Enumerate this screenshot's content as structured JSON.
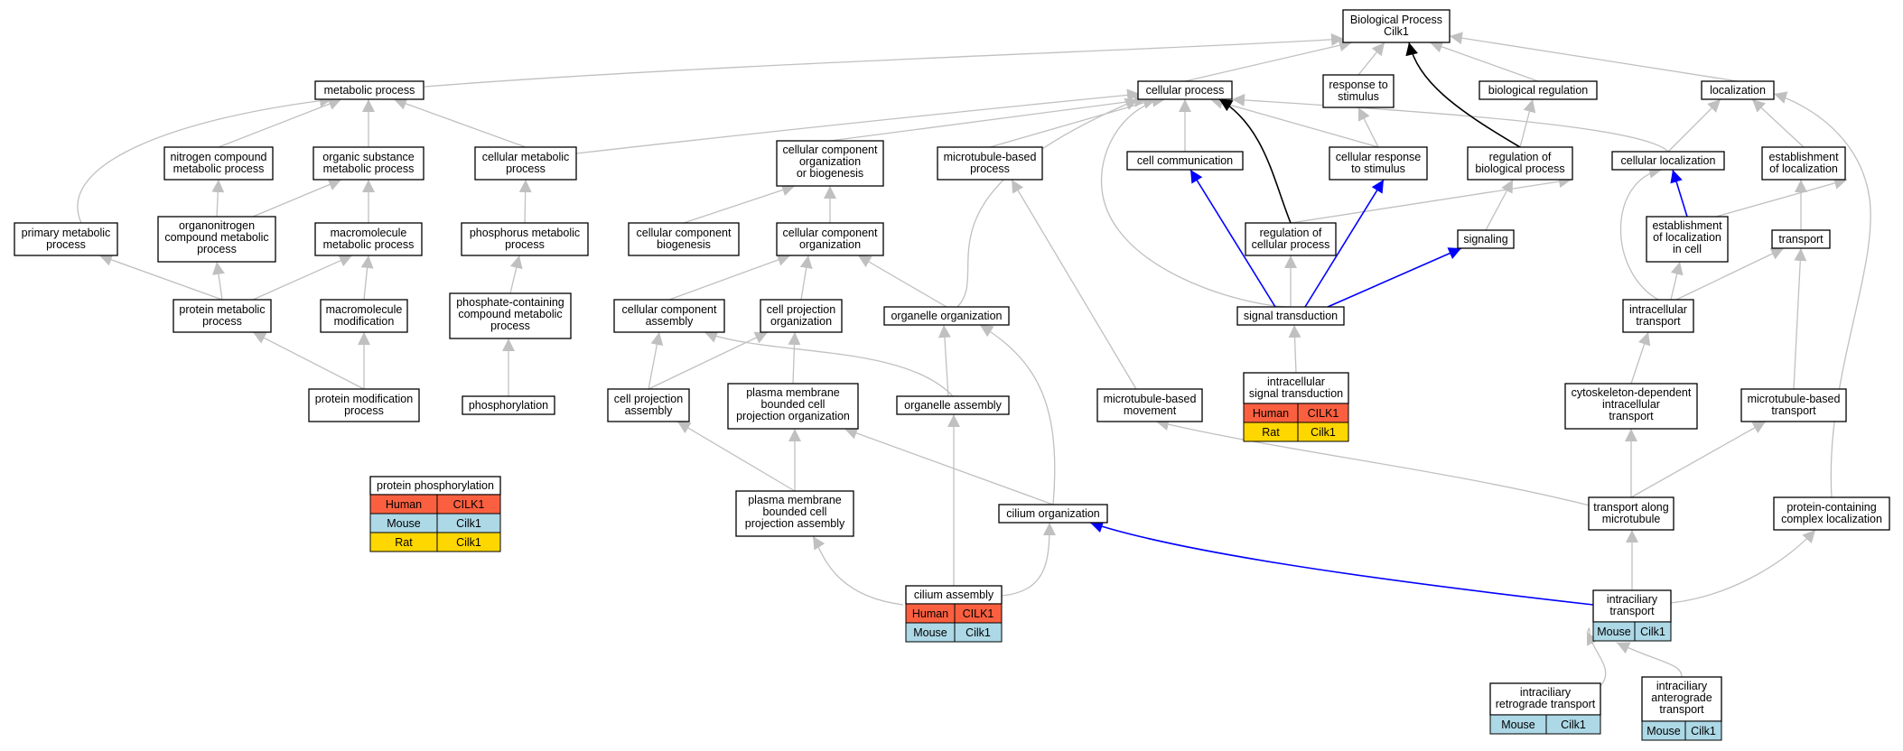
{
  "colors": {
    "grey_edge": "#c0c0c0",
    "blue_edge": "#0000ff",
    "black_edge": "#000000",
    "human": "#fa6040",
    "mouse": "#add8e6",
    "rat": "#ffd700"
  },
  "nodes": {
    "bp": [
      "Biological Process",
      "Cilk1"
    ],
    "cellular_process": [
      "cellular process"
    ],
    "metabolic_process": [
      "metabolic process"
    ],
    "response_to_stimulus": [
      "response to",
      "stimulus"
    ],
    "biological_regulation": [
      "biological regulation"
    ],
    "localization": [
      "localization"
    ],
    "nitrogen_compound": [
      "nitrogen compound",
      "metabolic process"
    ],
    "organic_substance": [
      "organic substance",
      "metabolic process"
    ],
    "cellular_metabolic": [
      "cellular metabolic",
      "process"
    ],
    "ccob": [
      "cellular component",
      "organization",
      "or biogenesis"
    ],
    "microtubule_based_process": [
      "microtubule-based",
      "process"
    ],
    "cell_communication": [
      "cell communication"
    ],
    "cellular_response": [
      "cellular response",
      "to stimulus"
    ],
    "regulation_bp": [
      "regulation of",
      "biological process"
    ],
    "cellular_localization": [
      "cellular localization"
    ],
    "establishment_localization": [
      "establishment",
      "of localization"
    ],
    "primary_metabolic": [
      "primary metabolic",
      "process"
    ],
    "organonitrogen": [
      "organonitrogen",
      "compound metabolic",
      "process"
    ],
    "macromolecule_metabolic": [
      "macromolecule",
      "metabolic process"
    ],
    "phosphorus_metabolic": [
      "phosphorus metabolic",
      "process"
    ],
    "cc_biogenesis": [
      "cellular component",
      "biogenesis"
    ],
    "cc_organization": [
      "cellular component",
      "organization"
    ],
    "regulation_cp": [
      "regulation of",
      "cellular process"
    ],
    "signaling": [
      "signaling"
    ],
    "establishment_in_cell": [
      "establishment",
      "of localization",
      "in cell"
    ],
    "transport": [
      "transport"
    ],
    "protein_metabolic": [
      "protein metabolic",
      "process"
    ],
    "macromolecule_modification": [
      "macromolecule",
      "modification"
    ],
    "phosphate_containing": [
      "phosphate-containing",
      "compound metabolic",
      "process"
    ],
    "cc_assembly": [
      "cellular component",
      "assembly"
    ],
    "cell_projection_org": [
      "cell projection",
      "organization"
    ],
    "organelle_org": [
      "organelle organization"
    ],
    "signal_transduction": [
      "signal transduction"
    ],
    "intracellular_transport": [
      "intracellular",
      "transport"
    ],
    "protein_modification": [
      "protein modification",
      "process"
    ],
    "phosphorylation": [
      "phosphorylation"
    ],
    "cell_projection_assembly": [
      "cell projection",
      "assembly"
    ],
    "pm_projection_org": [
      "plasma membrane",
      "bounded cell",
      "projection organization"
    ],
    "organelle_assembly": [
      "organelle assembly"
    ],
    "mt_movement": [
      "microtubule-based",
      "movement"
    ],
    "cytoskeleton_transport": [
      "cytoskeleton-dependent",
      "intracellular",
      "transport"
    ],
    "mt_transport": [
      "microtubule-based",
      "transport"
    ],
    "pm_projection_assembly": [
      "plasma membrane",
      "bounded cell",
      "projection assembly"
    ],
    "cilium_org": [
      "cilium organization"
    ],
    "transport_along_mt": [
      "transport along",
      "microtubule"
    ],
    "protein_complex_loc": [
      "protein-containing",
      "complex localization"
    ]
  },
  "tables": {
    "protein_phosphorylation": {
      "title": "protein phosphorylation",
      "rows": [
        [
          "Human",
          "CILK1"
        ],
        [
          "Mouse",
          "Cilk1"
        ],
        [
          "Rat",
          "Cilk1"
        ]
      ]
    },
    "intracellular_signal": {
      "title": [
        "intracellular",
        "signal transduction"
      ],
      "rows": [
        [
          "Human",
          "CILK1"
        ],
        [
          "Rat",
          "Cilk1"
        ]
      ]
    },
    "cilium_assembly": {
      "title": "cilium assembly",
      "rows": [
        [
          "Human",
          "CILK1"
        ],
        [
          "Mouse",
          "Cilk1"
        ]
      ]
    },
    "intraciliary_transport": {
      "title": [
        "intraciliary",
        "transport"
      ],
      "rows": [
        [
          "Mouse",
          "Cilk1"
        ]
      ]
    },
    "retrograde": {
      "title": [
        "intraciliary",
        "retrograde transport"
      ],
      "rows": [
        [
          "Mouse",
          "Cilk1"
        ]
      ]
    },
    "anterograde": {
      "title": [
        "intraciliary",
        "anterograde",
        "transport"
      ],
      "rows": [
        [
          "Mouse",
          "Cilk1"
        ]
      ]
    }
  }
}
